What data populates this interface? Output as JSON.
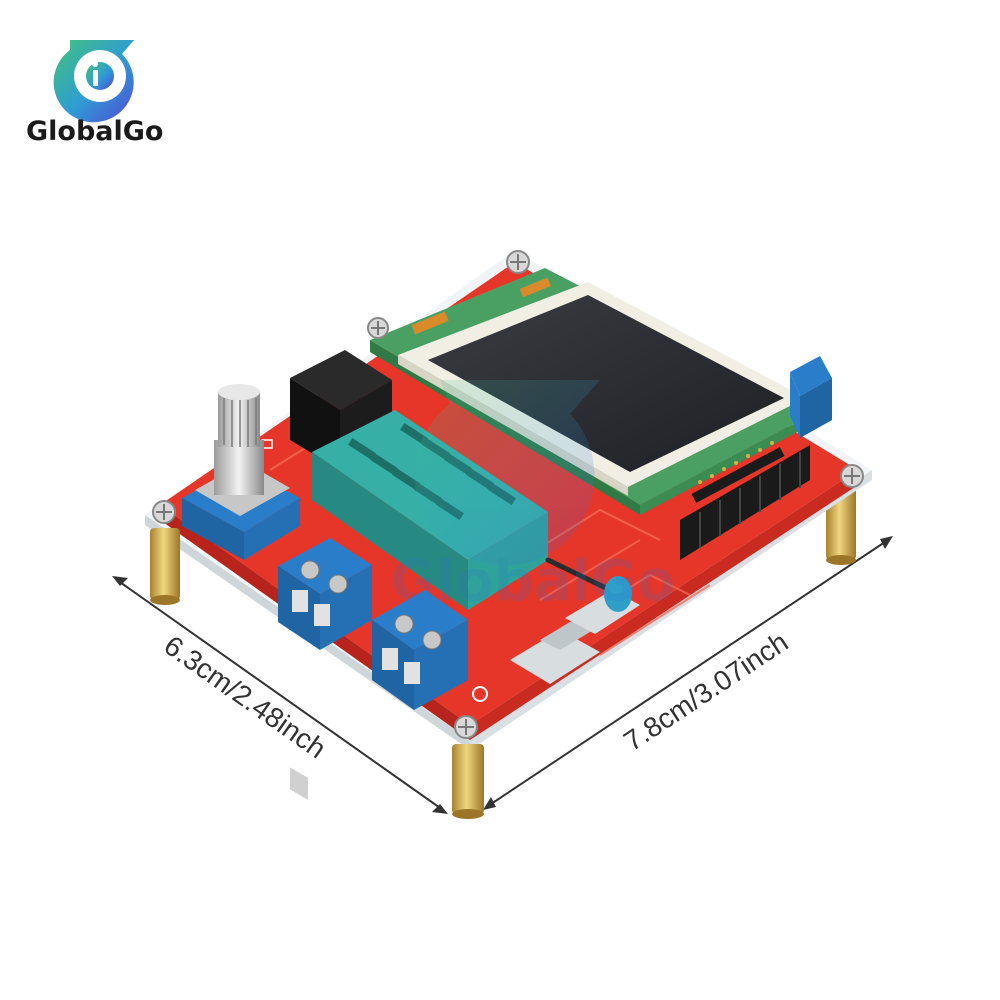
{
  "brand": {
    "name": "GlobalGo",
    "watermark": "GlobalGo"
  },
  "dimensions": {
    "width_label": "6.3cm/2.48inch",
    "length_label": "7.8cm/3.07inch"
  },
  "colors": {
    "pcb_red": "#e6362a",
    "pcb_dark": "#b8241c",
    "zif_green": "#2fa39a",
    "terminal_blue": "#2a7ec9",
    "lcd_frame": "#f1efe4",
    "lcd_screen": "#2b2d31",
    "standoff_brass": "#cda84b",
    "logo_blue": "#3d5bd9",
    "logo_green": "#41c17a"
  }
}
